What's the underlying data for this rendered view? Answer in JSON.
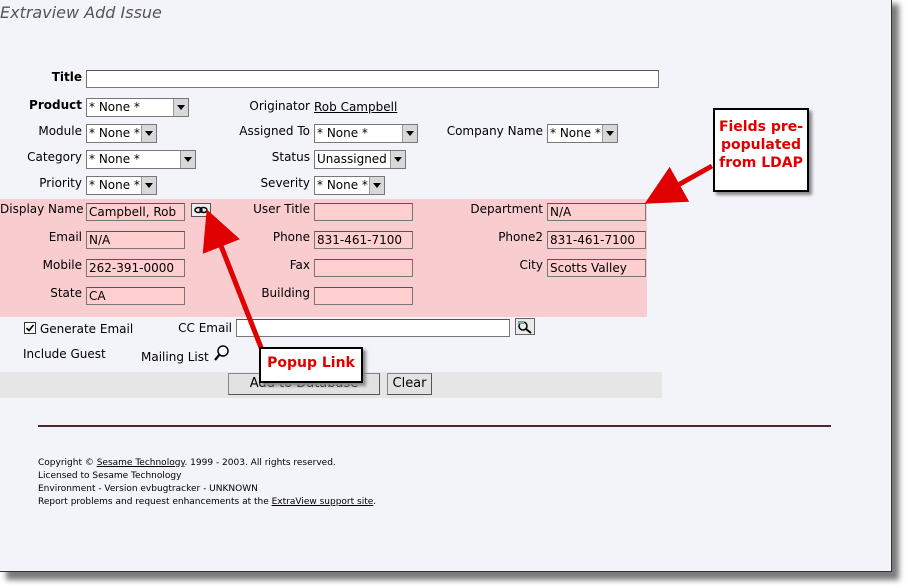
{
  "page": {
    "title": "Extraview Add Issue"
  },
  "form": {
    "title_label": "Title",
    "product_label": "Product",
    "product_value": "* None *",
    "originator_label": "Originator",
    "originator_value": "Rob Campbell",
    "module_label": "Module",
    "module_value": "* None *",
    "assigned_label": "Assigned To",
    "assigned_value": "* None *",
    "company_label": "Company Name",
    "company_value": "* None *",
    "category_label": "Category",
    "category_value": "* None *",
    "status_label": "Status",
    "status_value": "Unassigned",
    "priority_label": "Priority",
    "priority_value": "* None *",
    "severity_label": "Severity",
    "severity_value": "* None *",
    "display_name_label": "Display Name",
    "display_name_value": "Campbell, Rob",
    "user_title_label": "User Title",
    "department_label": "Department",
    "department_value": "N/A",
    "email_label": "Email",
    "email_value": "N/A",
    "phone_label": "Phone",
    "phone_value": "831-461-7100",
    "phone2_label": "Phone2",
    "phone2_value": "831-461-7100",
    "mobile_label": "Mobile",
    "mobile_value": "262-391-0000",
    "fax_label": "Fax",
    "city_label": "City",
    "city_value": "Scotts Valley",
    "state_label": "State",
    "state_value": "CA",
    "building_label": "Building",
    "generate_email_label": "Generate Email",
    "cc_email_label": "CC Email",
    "include_guest_label": "Include Guest",
    "mailing_list_label": "Mailing List",
    "add_button": "Add to Database",
    "clear_button": "Clear"
  },
  "footer": {
    "copyright_prefix": "Copyright © ",
    "company_link": "Sesame Technology",
    "copyright_suffix": ". 1999 - 2003.  All rights reserved.",
    "license": "Licensed to Sesame Technology",
    "environment": "Environment - Version evbugtracker - UNKNOWN",
    "report_prefix": "Report problems and request enhancements at the ",
    "support_link": "ExtraView support site",
    "report_suffix": "."
  },
  "callouts": {
    "ldap": "Fields pre-populated from LDAP",
    "popup": "Popup Link"
  },
  "colors": {
    "pink_band": "#f9cdd0",
    "callout_text": "#e00000",
    "arrow": "#e00000"
  }
}
